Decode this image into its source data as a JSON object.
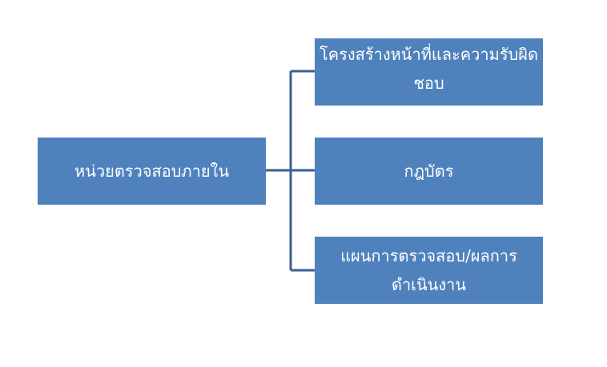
{
  "diagram": {
    "root": {
      "label": "หน่วยตรวจสอบภายใน"
    },
    "children": [
      {
        "label": "โครงสร้างหน้าที่และความรับผิดชอบ"
      },
      {
        "label": "กฎบัตร"
      },
      {
        "label": "แผนการตรวจสอบ/ผลการดำเนินงาน"
      }
    ],
    "colors": {
      "box_fill": "#4f81bd",
      "box_text": "#ffffff",
      "connector": "#3c5f8f",
      "background": "#ffffff"
    }
  }
}
